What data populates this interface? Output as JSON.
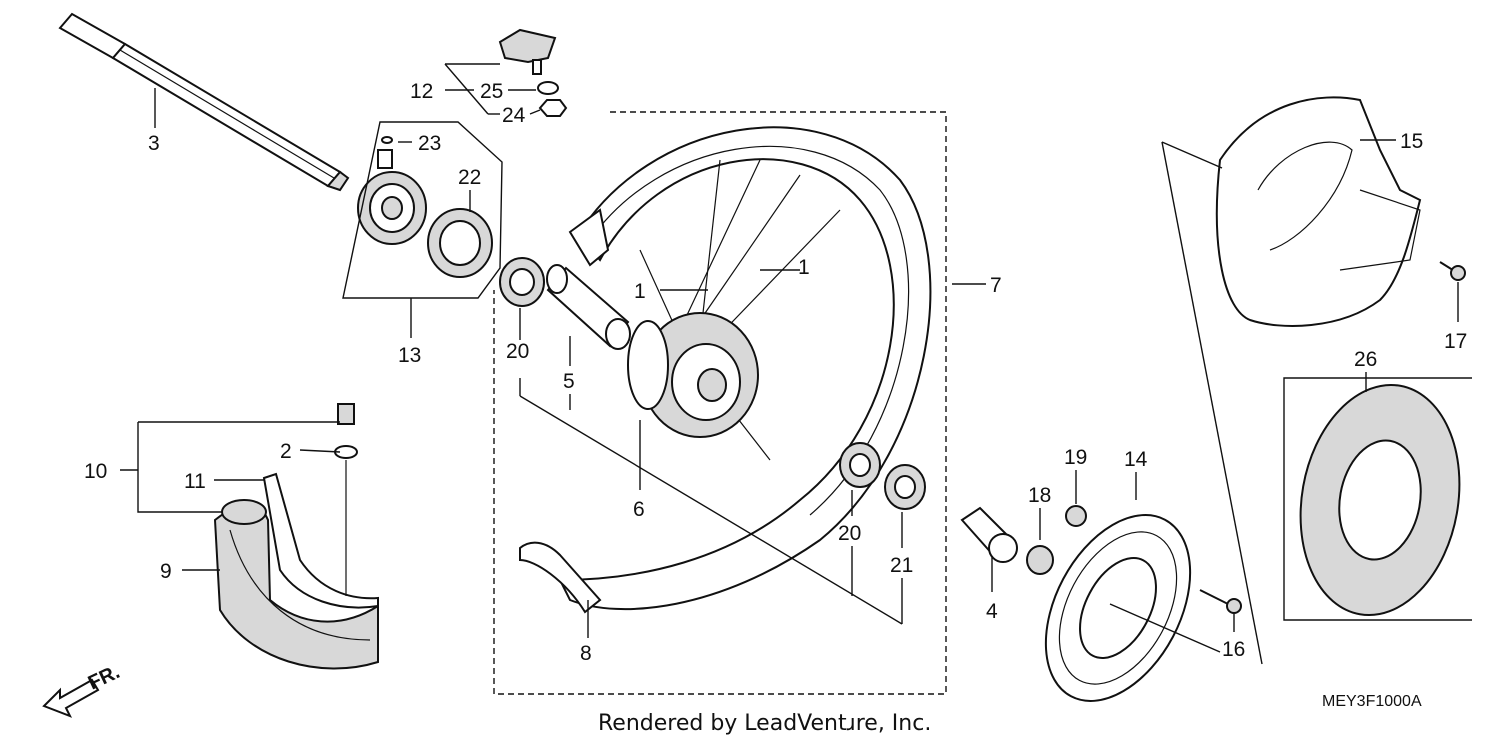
{
  "diagram": {
    "callouts": {
      "c1a": "1",
      "c1b": "1",
      "c2": "2",
      "c3": "3",
      "c4": "4",
      "c5": "5",
      "c6": "6",
      "c7": "7",
      "c8": "8",
      "c9": "9",
      "c10": "10",
      "c11": "11",
      "c12": "12",
      "c13": "13",
      "c14": "14",
      "c15": "15",
      "c16": "16",
      "c17": "17",
      "c18": "18",
      "c19": "19",
      "c20a": "20",
      "c20b": "20",
      "c21": "21",
      "c22": "22",
      "c23": "23",
      "c24": "24",
      "c25": "25",
      "c26": "26"
    },
    "diagram_code": "MEY3F1000A",
    "credit": "Rendered by LeadVentɹre, Inc.",
    "front_marker": "FR."
  }
}
